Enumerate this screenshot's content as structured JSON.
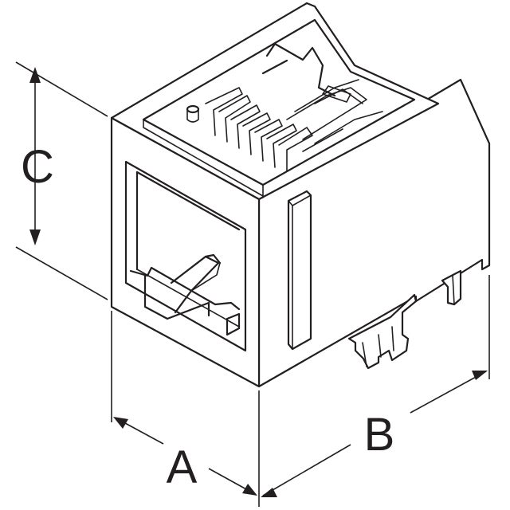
{
  "dimensions": {
    "a_label": "A",
    "b_label": "B",
    "c_label": "C"
  },
  "colors": {
    "line": "#231f20",
    "background": "#ffffff"
  }
}
